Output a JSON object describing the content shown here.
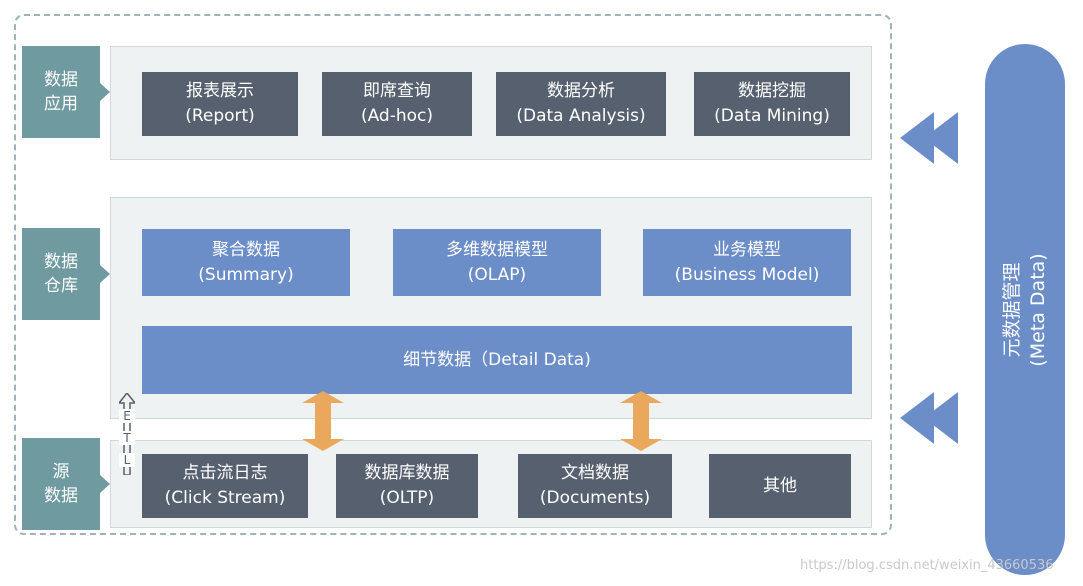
{
  "layers": {
    "application": {
      "label_line1": "数据",
      "label_line2": "应用"
    },
    "warehouse": {
      "label_line1": "数据",
      "label_line2": "仓库"
    },
    "source": {
      "label_line1": "源",
      "label_line2": "数据"
    }
  },
  "application_boxes": [
    {
      "cn": "报表展示",
      "en": "(Report)"
    },
    {
      "cn": "即席查询",
      "en": "(Ad-hoc)"
    },
    {
      "cn": "数据分析",
      "en": "(Data Analysis)"
    },
    {
      "cn": "数据挖掘",
      "en": "(Data Mining)"
    }
  ],
  "warehouse_boxes": [
    {
      "cn": "聚合数据",
      "en": "(Summary)"
    },
    {
      "cn": "多维数据模型",
      "en": "(OLAP)"
    },
    {
      "cn": "业务模型",
      "en": "(Business Model)"
    }
  ],
  "detail_box": {
    "text": "细节数据（Detail Data)"
  },
  "source_boxes": [
    {
      "cn": "点击流日志",
      "en": "(Click Stream)"
    },
    {
      "cn": "数据库数据",
      "en": "(OLTP)"
    },
    {
      "cn": "文档数据",
      "en": "(Documents)"
    },
    {
      "cn": "其他"
    }
  ],
  "etl": {
    "e": "E",
    "t": "T",
    "l": "L"
  },
  "meta": {
    "cn": "元数据管理",
    "en": "(Meta Data)"
  },
  "watermark": "https://blog.csdn.net/weixin_43660536",
  "colors": {
    "dark_box": "#56606e",
    "blue_box": "#6b8dc8",
    "label": "#6e9aa0",
    "arrow": "#e9a85b",
    "chevron": "#6b8dc8"
  }
}
